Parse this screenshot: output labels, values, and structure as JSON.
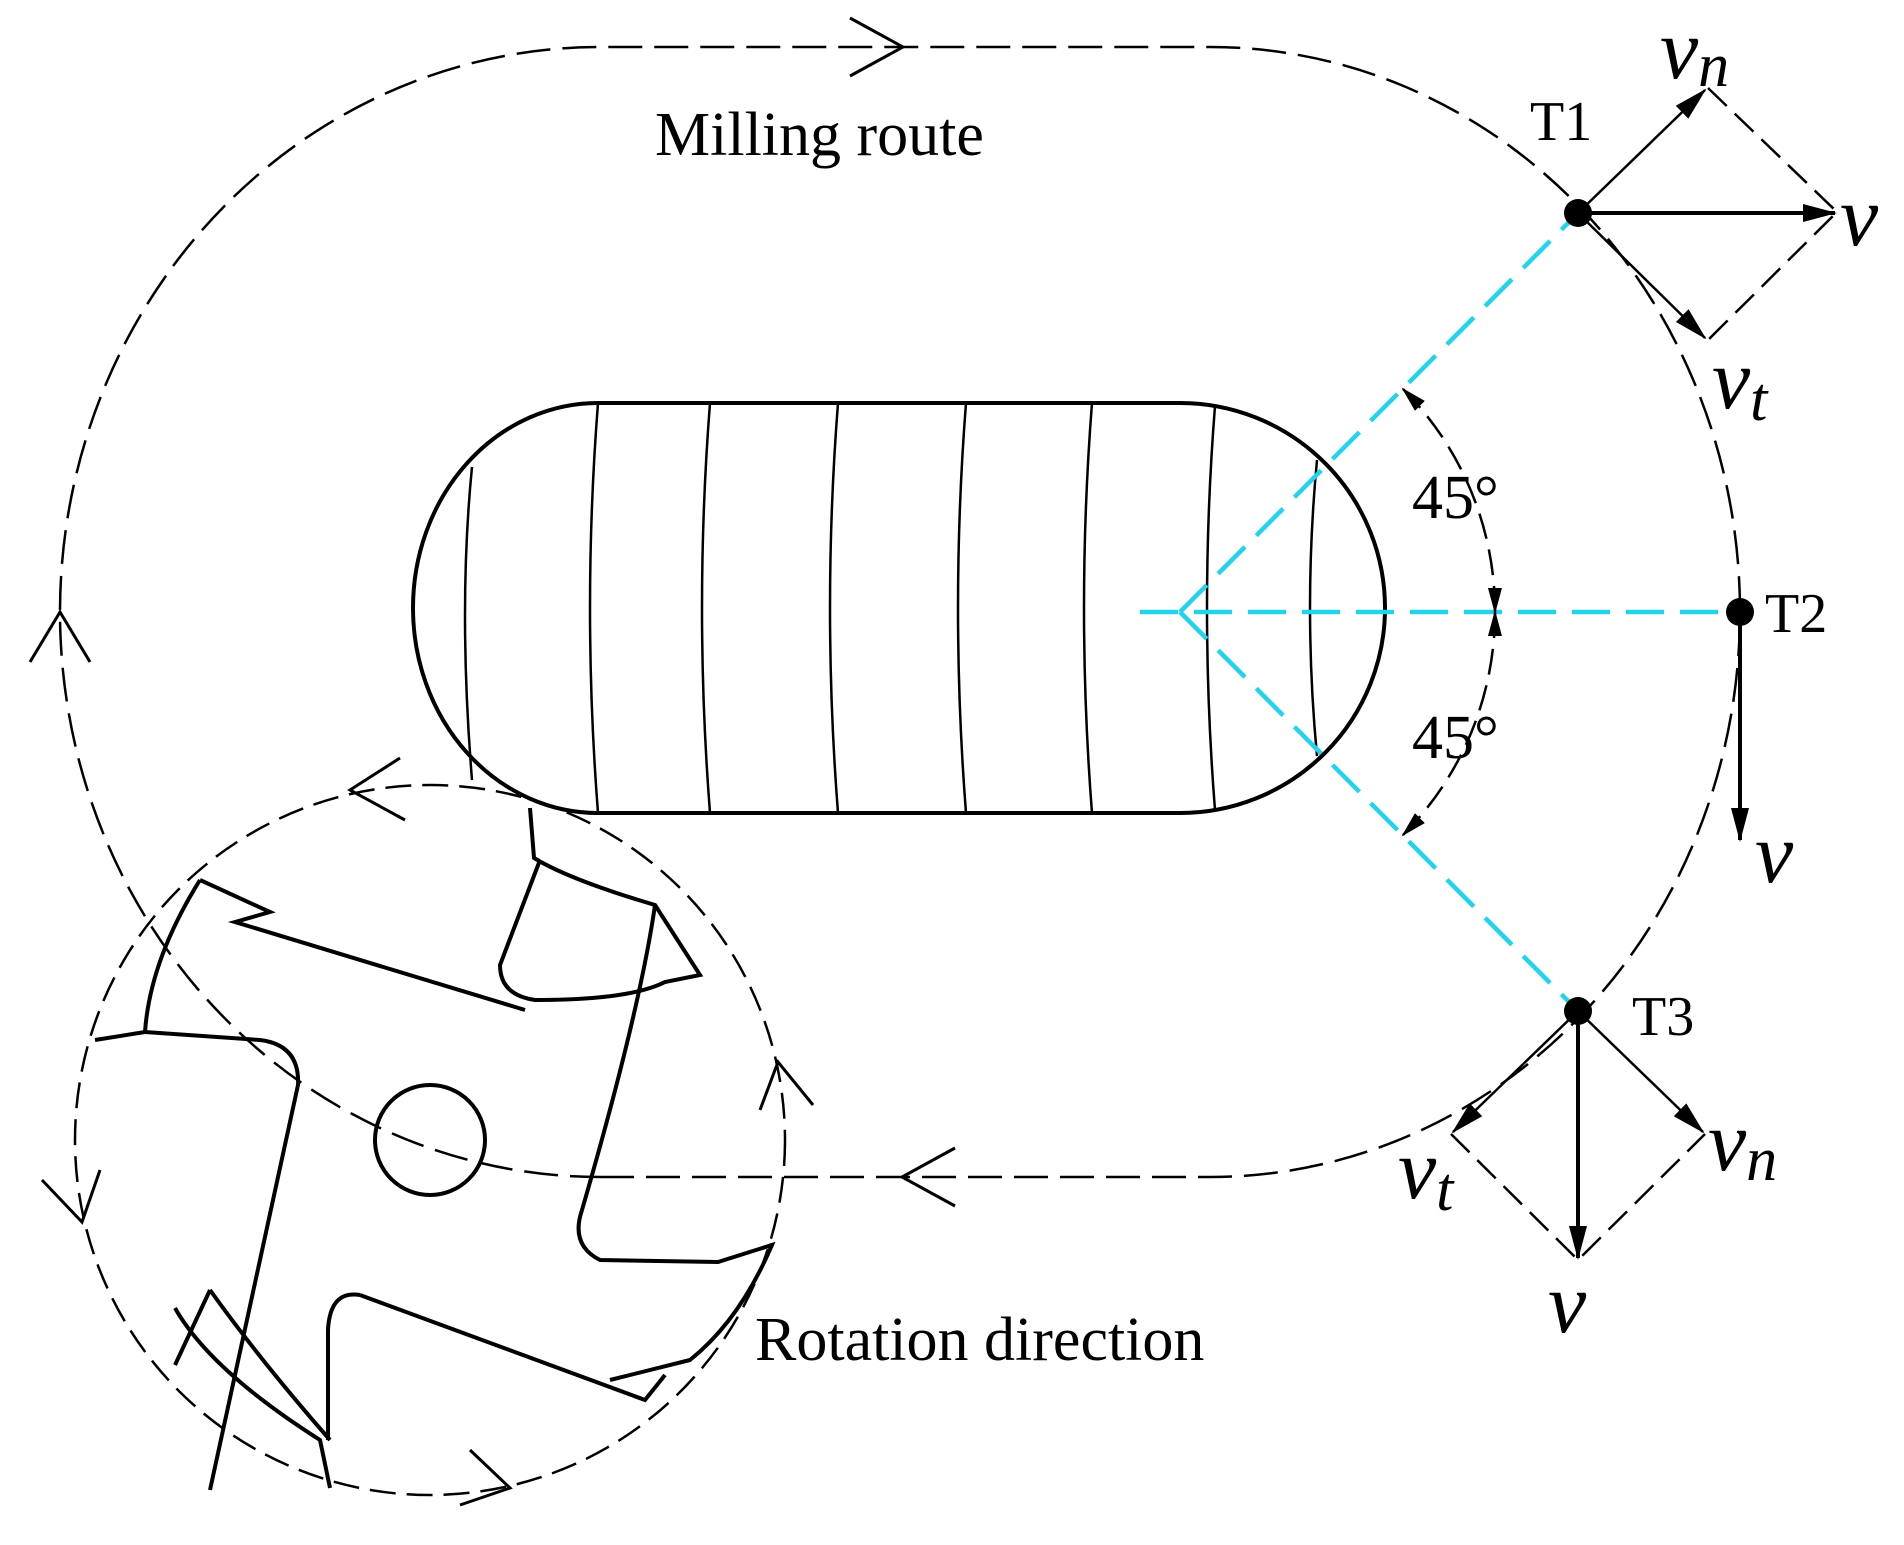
{
  "labels": {
    "milling_route": "Milling route",
    "rotation_direction": "Rotation direction",
    "angle_upper": "45°",
    "angle_lower": "45°"
  },
  "points": {
    "t1": "T1",
    "t2": "T2",
    "t3": "T3"
  },
  "vectors": {
    "v": "v",
    "n_sub": "n",
    "t_sub": "t"
  },
  "colors": {
    "guide_lines": "#22d3ee",
    "strokes": "#000000"
  }
}
